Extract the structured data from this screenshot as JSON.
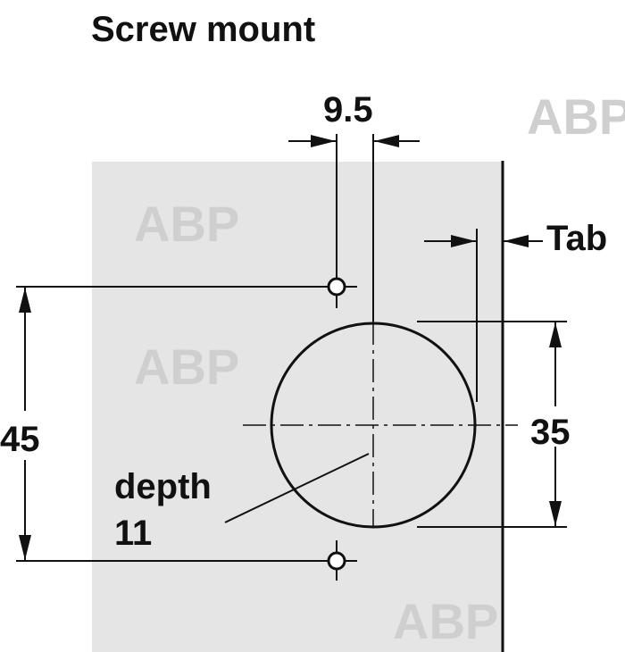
{
  "title": "Screw mount",
  "dimensions": {
    "screw_offset": "9.5",
    "tab": "Tab",
    "hole_spacing": "45",
    "cup_diameter": "35",
    "depth_label": "depth",
    "depth_value": "11"
  },
  "watermark": "ABP",
  "colors": {
    "panel": "#e5e5e5",
    "line": "#111111"
  }
}
